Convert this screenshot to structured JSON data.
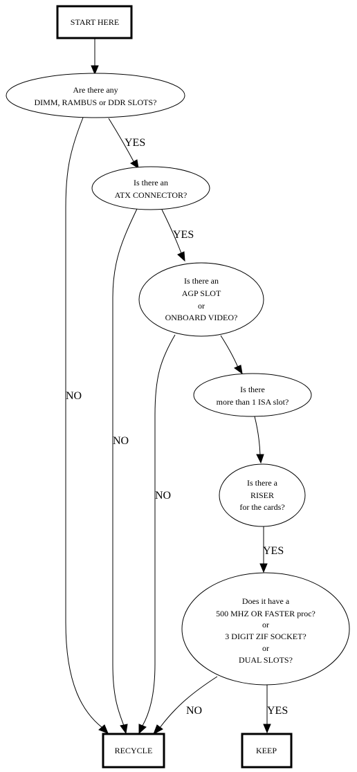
{
  "nodes": {
    "start": [
      "START HERE"
    ],
    "q_slots": [
      "Are there any",
      "DIMM, RAMBUS or DDR SLOTS?"
    ],
    "q_atx": [
      "Is there an",
      "ATX CONNECTOR?"
    ],
    "q_agp": [
      "Is there an",
      "AGP SLOT",
      "or",
      "ONBOARD VIDEO?"
    ],
    "q_isa": [
      "Is there",
      "more than 1 ISA slot?"
    ],
    "q_riser": [
      "Is there a",
      "RISER",
      "for the cards?"
    ],
    "q_proc": [
      "Does it have a",
      "500 MHZ OR FASTER proc?",
      "or",
      "3 DIGIT ZIF SOCKET?",
      "or",
      "DUAL SLOTS?"
    ],
    "recycle": [
      "RECYCLE"
    ],
    "keep": [
      "KEEP"
    ]
  },
  "edges": {
    "slots_yes": "YES",
    "slots_no": "NO",
    "atx_yes": "YES",
    "atx_no": "NO",
    "agp_no": "NO",
    "riser_yes": "YES",
    "proc_no": "NO",
    "proc_yes": "YES"
  },
  "colors": {
    "line": "#000000",
    "background": "#ffffff"
  }
}
